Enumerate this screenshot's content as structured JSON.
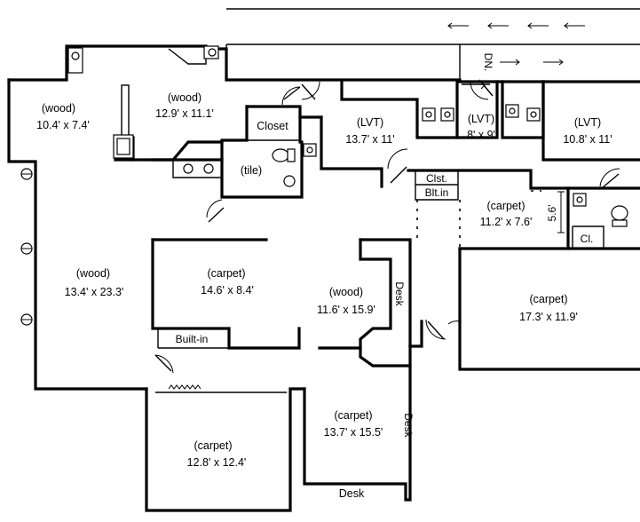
{
  "rooms": {
    "wood_nw": {
      "material": "(wood)",
      "size": "10.4' x 7.4'"
    },
    "wood_north": {
      "material": "(wood)",
      "size": "12.9' x 11.1'"
    },
    "lvt_mid": {
      "material": "(LVT)",
      "size": "13.7' x 11'"
    },
    "lvt_small": {
      "material": "(LVT)",
      "size": "8' x 9'"
    },
    "lvt_east": {
      "material": "(LVT)",
      "size": "10.8' x 11'"
    },
    "tile": {
      "material": "(tile)"
    },
    "carpet_ne": {
      "material": "(carpet)",
      "size": "11.2' x 7.6'"
    },
    "wood_west": {
      "material": "(wood)",
      "size": "13.4' x 23.3'"
    },
    "carpet_ctr": {
      "material": "(carpet)",
      "size": "14.6' x 8.4'"
    },
    "wood_ctr": {
      "material": "(wood)",
      "size": "11.6' x 15.9'"
    },
    "carpet_east": {
      "material": "(carpet)",
      "size": "17.3' x 11.9'"
    },
    "carpet_s": {
      "material": "(carpet)",
      "size": "13.7' x 15.5'"
    },
    "carpet_sw": {
      "material": "(carpet)",
      "size": "12.8' x 12.4'"
    }
  },
  "labels": {
    "closet": "Closet",
    "clst": "Clst.",
    "bltin": "Blt.in",
    "cl": "Cl.",
    "builtin": "Built-in",
    "desk_vertical": "Desk",
    "desk_right": "Desk",
    "desk_bottom": "Desk",
    "stairs_down": "DN.",
    "dimension": "5.6'"
  }
}
